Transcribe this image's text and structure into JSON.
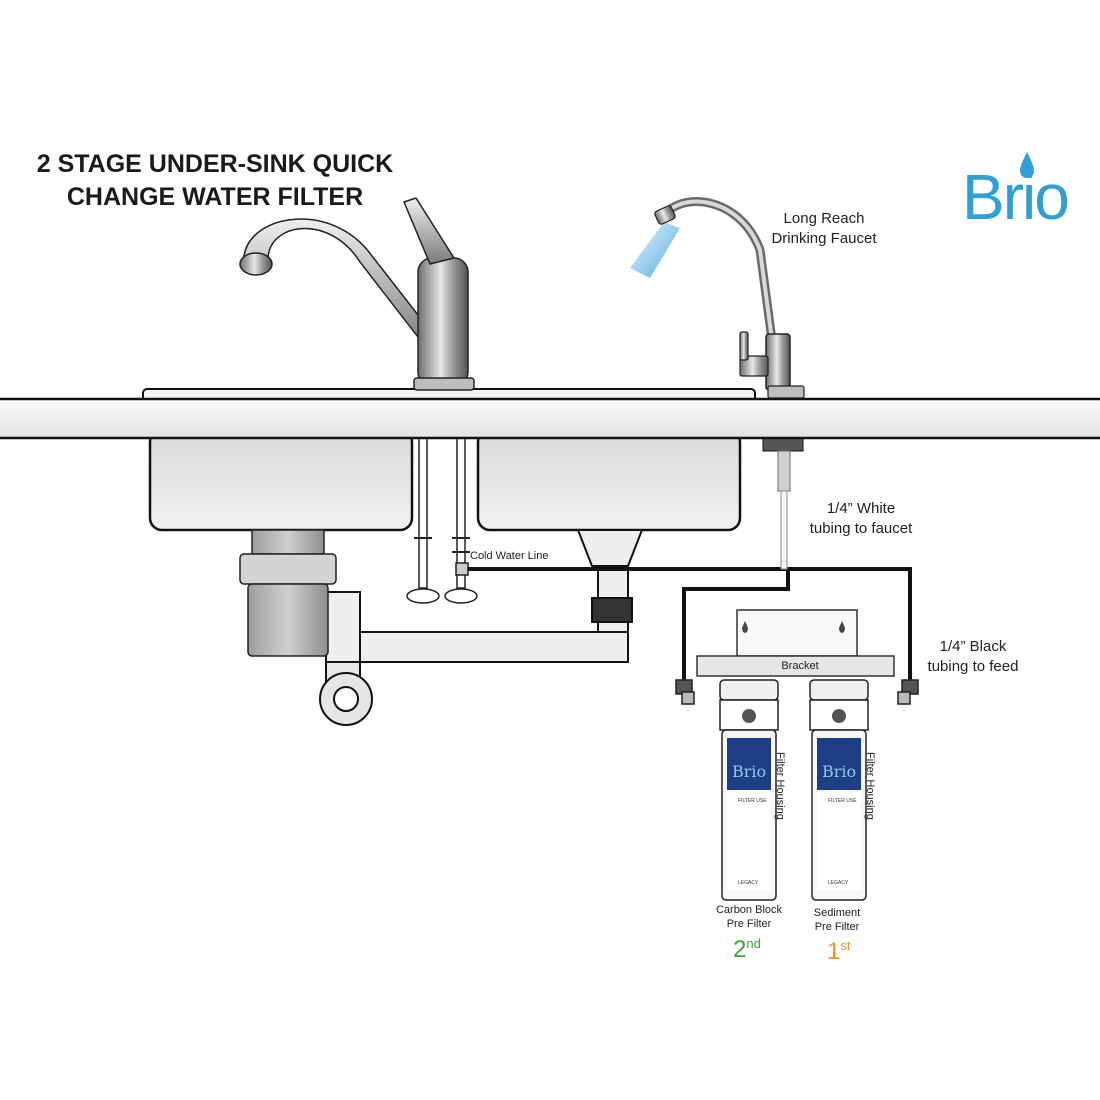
{
  "title": {
    "line1": "2 STAGE UNDER-SINK QUICK",
    "line2": "CHANGE WATER FILTER"
  },
  "brand": "Brio",
  "labels": {
    "faucet_line1": "Long Reach",
    "faucet_line2": "Drinking Faucet",
    "white_tube_line1": "1/4” White",
    "white_tube_line2": "tubing to faucet",
    "black_tube_line1": "1/4” Black",
    "black_tube_line2": "tubing to feed",
    "cold_water": "Cold Water Line",
    "bracket": "Bracket",
    "housing": "Filter Housing"
  },
  "filters": [
    {
      "line1": "Carbon Block",
      "line2": "Pre Filter",
      "stage": "2",
      "stage_suffix": "nd",
      "stage_color": "#3aa63a",
      "brand": "Brio",
      "sub1": "FILTER USE",
      "sub2": "LEGACY"
    },
    {
      "line1": "Sediment",
      "line2": "Pre Filter",
      "stage": "1",
      "stage_suffix": "st",
      "stage_color": "#f0952a",
      "brand": "Brio",
      "sub1": "FILTER USE",
      "sub2": "LEGACY"
    }
  ],
  "colors": {
    "brand_blue": "#2f9fd6",
    "tube_black": "#111111",
    "stage1_orange": "#f0952a",
    "stage2_green": "#3aa63a"
  }
}
